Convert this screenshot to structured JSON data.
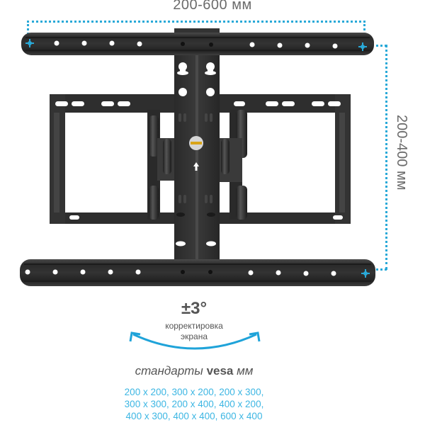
{
  "product": {
    "type": "tv-wall-mount",
    "colors": {
      "metal": "#2b2b2b",
      "metal_light": "#3c3c3c",
      "accent": "#29a9d8",
      "text": "#555555"
    }
  },
  "dimensions": {
    "horizontal_label": "200-600 мм",
    "vertical_label": "200-400 мм"
  },
  "tilt": {
    "value": "±3°",
    "caption_line1": "корректировка",
    "caption_line2": "экрана"
  },
  "vesa": {
    "title_prefix": "стандарты",
    "title_brand": "vesa",
    "title_suffix": "мм",
    "lines": [
      "200 x 200, 300 x 200, 200 x 300,",
      "300 x 300, 200 x 400, 400 x 200,",
      "400 x 300, 400 x 400, 600 x 400"
    ]
  }
}
